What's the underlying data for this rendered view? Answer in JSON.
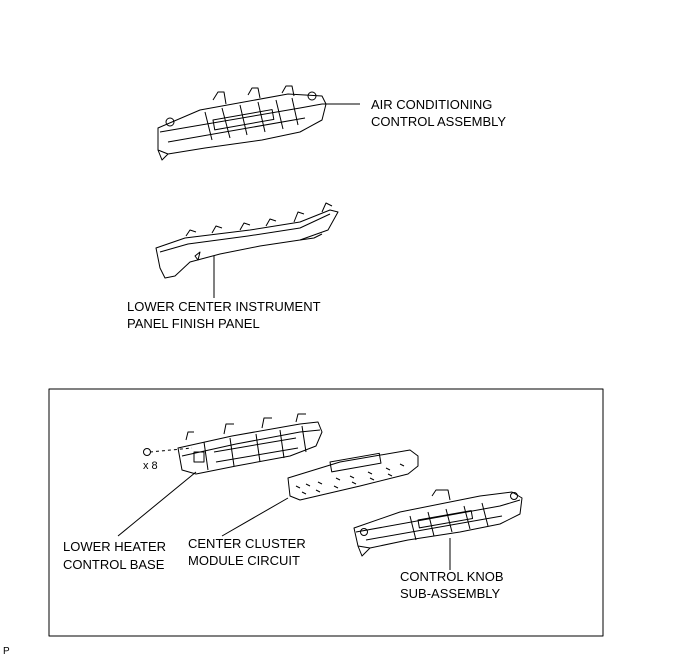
{
  "labels": {
    "air_conditioning_line1": "AIR CONDITIONING",
    "air_conditioning_line2": "CONTROL ASSEMBLY",
    "lower_center_line1": "LOWER CENTER INSTRUMENT",
    "lower_center_line2": "PANEL FINISH PANEL",
    "lower_heater_line1": "LOWER HEATER",
    "lower_heater_line2": "CONTROL BASE",
    "center_cluster_line1": "CENTER CLUSTER",
    "center_cluster_line2": "MODULE CIRCUIT",
    "control_knob_line1": "CONTROL KNOB",
    "control_knob_line2": "SUB-ASSEMBLY",
    "screw_count": "x 8",
    "figure_code": "P"
  }
}
